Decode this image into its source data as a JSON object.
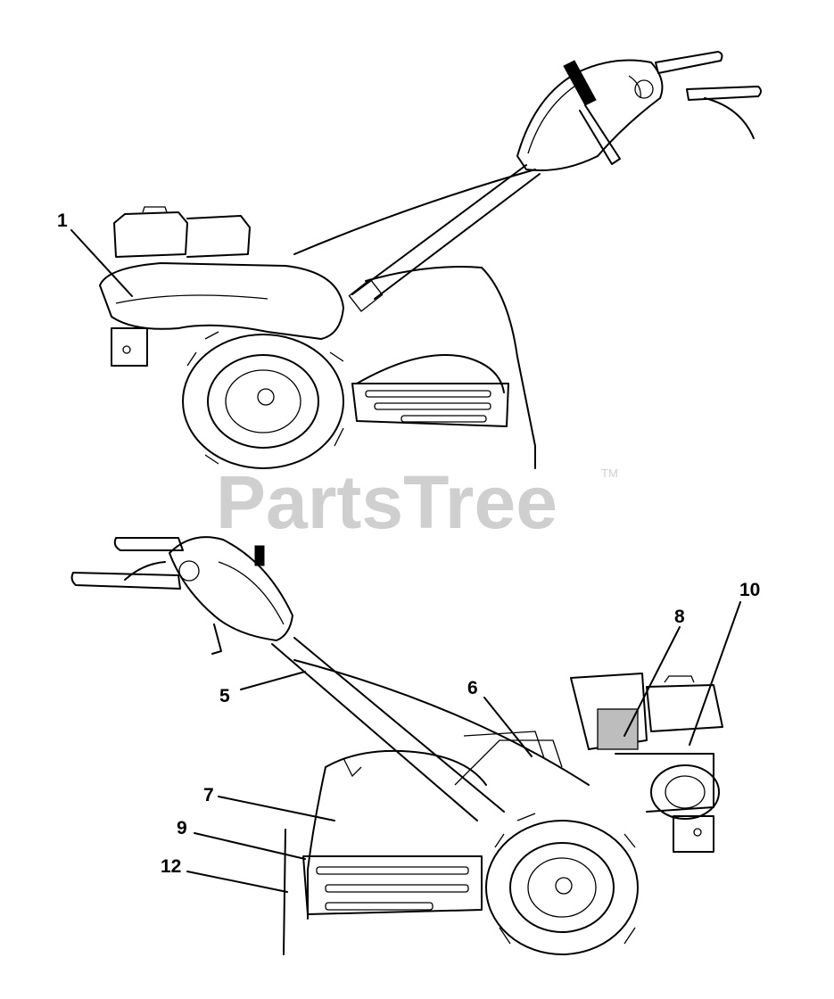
{
  "watermark": {
    "text": "PartsTree",
    "trademark": "TM"
  },
  "callouts": [
    {
      "id": "1",
      "label": "1"
    },
    {
      "id": "5",
      "label": "5"
    },
    {
      "id": "6",
      "label": "6"
    },
    {
      "id": "7",
      "label": "7"
    },
    {
      "id": "8",
      "label": "8"
    },
    {
      "id": "9",
      "label": "9"
    },
    {
      "id": "10",
      "label": "10"
    },
    {
      "id": "12",
      "label": "12"
    }
  ],
  "colors": {
    "line": "#000000",
    "watermark": "#cfcfcf",
    "background": "#ffffff"
  }
}
